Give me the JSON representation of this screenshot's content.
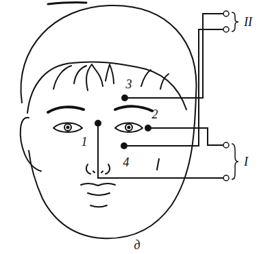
{
  "diagram": {
    "labels": [
      "3",
      "2",
      "1",
      "4",
      "II",
      "I",
      "д"
    ]
  }
}
